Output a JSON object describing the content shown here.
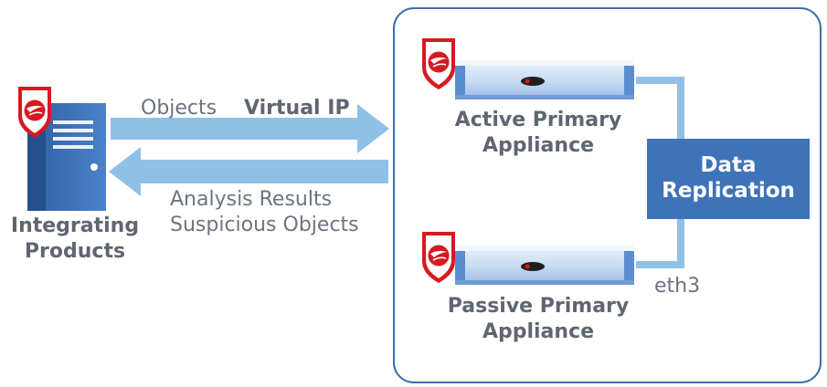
{
  "labels": {
    "objects": "Objects",
    "virtual_ip": "Virtual IP",
    "analysis_results": "Analysis Results",
    "suspicious_objects": "Suspicious Objects",
    "integrating_line1": "Integrating",
    "integrating_line2": "Products",
    "active_line1": "Active Primary",
    "active_line2": "Appliance",
    "passive_line1": "Passive Primary",
    "passive_line2": "Appliance",
    "replication_line1": "Data",
    "replication_line2": "Replication",
    "eth3": "eth3"
  },
  "icons": {
    "shield": "trend-micro-shield-icon",
    "server": "server-tower-icon",
    "appliance": "rack-appliance-icon"
  },
  "colors": {
    "brand_red": "#d71920",
    "arrow_blue": "#8fc1e6",
    "box_blue": "#3f73b8",
    "appliance_blue": "#5a8ed0",
    "appliance_light": "#c9dcf2",
    "text_gray": "#5f6670",
    "frame": "#3a6ea8"
  }
}
